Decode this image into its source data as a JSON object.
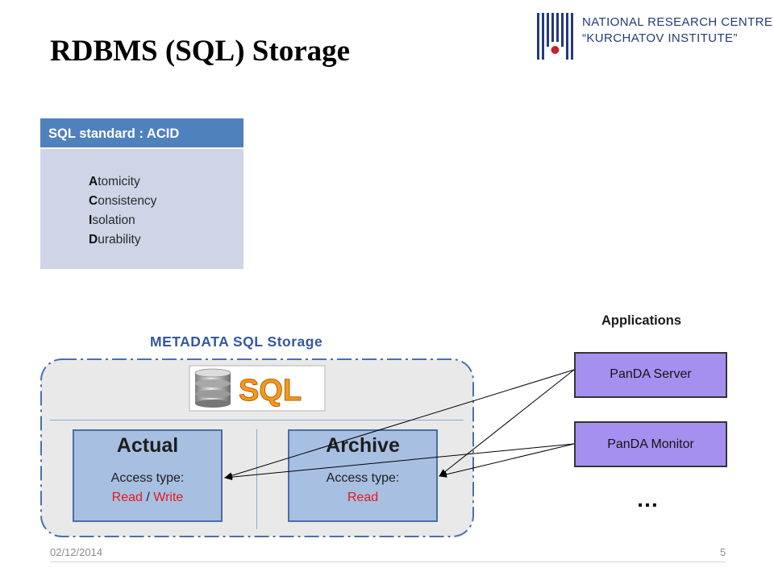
{
  "slide": {
    "title": "RDBMS (SQL) Storage"
  },
  "logo": {
    "line1": "NATIONAL RESEARCH CENTRE",
    "line2": "“KURCHATOV INSTITUTE”",
    "colors": {
      "blue": "#243a7c",
      "red": "#c8202f"
    }
  },
  "acid": {
    "header": "SQL standard : ACID",
    "items": [
      {
        "initial": "A",
        "rest": "tomicity"
      },
      {
        "initial": "C",
        "rest": "onsistency"
      },
      {
        "initial": "I",
        "rest": "solation"
      },
      {
        "initial": "D",
        "rest": "urability"
      }
    ],
    "colors": {
      "header_bg": "#4f81bd",
      "body_bg": "#cfd5e7"
    }
  },
  "applications": {
    "label": "Applications",
    "server": "PanDA Server",
    "monitor": "PanDA Monitor",
    "more": "…",
    "box_color": "#a590f0"
  },
  "storage": {
    "label": "METADATA SQL Storage",
    "logo_text": "SQL",
    "actual": {
      "title": "Actual",
      "access_label": "Access type:",
      "read": "Read",
      "sep": " / ",
      "write": "Write"
    },
    "archive": {
      "title": "Archive",
      "access_label": "Access type:",
      "read": "Read"
    },
    "colors": {
      "box_bg": "#a7bfe1",
      "accent_red": "#e8161e",
      "label": "#33589f"
    }
  },
  "footer": {
    "date": "02/12/2014",
    "page": "5"
  }
}
